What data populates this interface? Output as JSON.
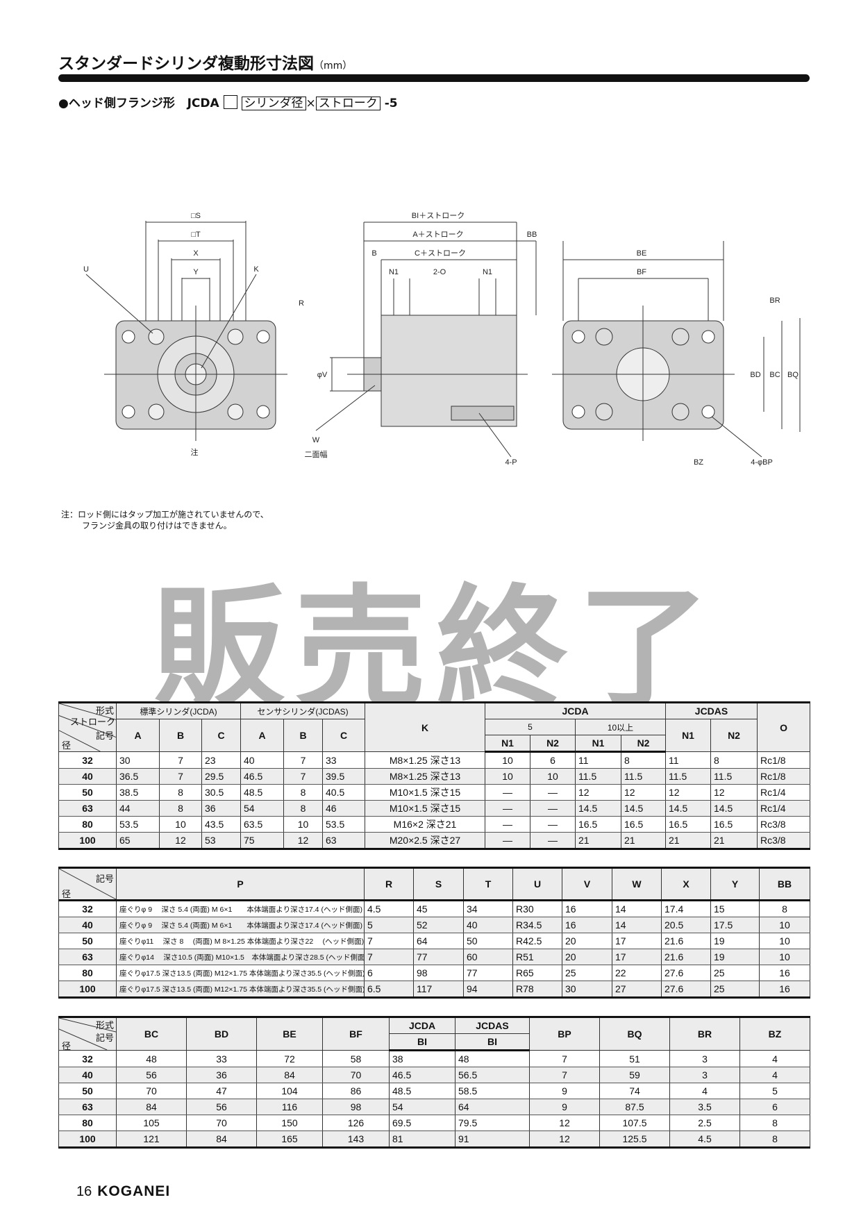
{
  "header": {
    "title": "スタンダードシリンダ複動形寸法図",
    "unit": "（mm）"
  },
  "subtitle": {
    "prefix": "●ヘッド側フランジ形",
    "model": "JCDA",
    "bore": "シリンダ径",
    "times": "×",
    "stroke": "ストローク",
    "suffix": "-5"
  },
  "drawing": {
    "left": {
      "S": "□S",
      "T": "□T",
      "X": "X",
      "Y": "Y",
      "U": "U",
      "K": "K",
      "R": "R",
      "note": "注",
      "W": "W",
      "across": "二面幅"
    },
    "middle": {
      "phiV": "φV",
      "BI": "BI＋ストローク",
      "A": "A＋ストローク",
      "BB": "BB",
      "B": "B",
      "C": "C＋ストローク",
      "N1a": "N1",
      "O": "2-O",
      "N1b": "N1",
      "P": "4-P"
    },
    "right": {
      "BE": "BE",
      "BF": "BF",
      "BR": "BR",
      "BD": "BD",
      "BC": "BC",
      "BQ": "BQ",
      "BZ": "BZ",
      "BP": "4-φBP"
    }
  },
  "note": {
    "line1": "注：ロッド側にはタップ加工が施されていませんので、",
    "line2": "フランジ金具の取り付けはできません。"
  },
  "watermark": "販売終了",
  "corner": {
    "type": "形式",
    "stroke": "ストローク",
    "symbol": "記号",
    "bore": "径"
  },
  "table1": {
    "std": "標準シリンダ(JCDA)",
    "sensor": "センサシリンダ(JCDAS)",
    "K": "K",
    "jcda": "JCDA",
    "jcdas": "JCDAS",
    "O": "O",
    "s5": "5",
    "s10": "10以上",
    "A": "A",
    "B": "B",
    "C": "C",
    "N1": "N1",
    "N2": "N2",
    "rows": [
      [
        "32",
        "30",
        "7",
        "23",
        "40",
        "7",
        "33",
        "M8×1.25  深さ13",
        "10",
        "6",
        "11",
        "8",
        "11",
        "8",
        "Rc1/8"
      ],
      [
        "40",
        "36.5",
        "7",
        "29.5",
        "46.5",
        "7",
        "39.5",
        "M8×1.25  深さ13",
        "10",
        "10",
        "11.5",
        "11.5",
        "11.5",
        "11.5",
        "Rc1/8"
      ],
      [
        "50",
        "38.5",
        "8",
        "30.5",
        "48.5",
        "8",
        "40.5",
        "M10×1.5  深さ15",
        "—",
        "—",
        "12",
        "12",
        "12",
        "12",
        "Rc1/4"
      ],
      [
        "63",
        "44",
        "8",
        "36",
        "54",
        "8",
        "46",
        "M10×1.5  深さ15",
        "—",
        "—",
        "14.5",
        "14.5",
        "14.5",
        "14.5",
        "Rc1/4"
      ],
      [
        "80",
        "53.5",
        "10",
        "43.5",
        "63.5",
        "10",
        "53.5",
        "M16×2    深さ21",
        "—",
        "—",
        "16.5",
        "16.5",
        "16.5",
        "16.5",
        "Rc3/8"
      ],
      [
        "100",
        "65",
        "12",
        "53",
        "75",
        "12",
        "63",
        "M20×2.5  深さ27",
        "—",
        "—",
        "21",
        "21",
        "21",
        "21",
        "Rc3/8"
      ]
    ]
  },
  "table2": {
    "headers": [
      "P",
      "R",
      "S",
      "T",
      "U",
      "V",
      "W",
      "X",
      "Y",
      "BB"
    ],
    "rows": [
      [
        "32",
        "座ぐりφ 9　 深さ 5.4 (両面)  M 6×1　　本体端面より深さ17.4 (ヘッド側面)",
        "4.5",
        "45",
        "34",
        "R30",
        "16",
        "14",
        "17.4",
        "15",
        "8"
      ],
      [
        "40",
        "座ぐりφ 9　 深さ 5.4 (両面)  M 6×1　　本体端面より深さ17.4 (ヘッド側面)",
        "5",
        "52",
        "40",
        "R34.5",
        "16",
        "14",
        "20.5",
        "17.5",
        "10"
      ],
      [
        "50",
        "座ぐりφ11　 深さ 8　 (両面)  M 8×1.25  本体端面より深さ22　 (ヘッド側面)",
        "7",
        "64",
        "50",
        "R42.5",
        "20",
        "17",
        "21.6",
        "19",
        "10"
      ],
      [
        "63",
        "座ぐりφ14　 深さ10.5 (両面)  M10×1.5　本体端面より深さ28.5 (ヘッド側面)",
        "7",
        "77",
        "60",
        "R51",
        "20",
        "17",
        "21.6",
        "19",
        "10"
      ],
      [
        "80",
        "座ぐりφ17.5 深さ13.5 (両面)  M12×1.75  本体端面より深さ35.5 (ヘッド側面)",
        "6",
        "98",
        "77",
        "R65",
        "25",
        "22",
        "27.6",
        "25",
        "16"
      ],
      [
        "100",
        "座ぐりφ17.5 深さ13.5 (両面)  M12×1.75  本体端面より深さ35.5 (ヘッド側面)",
        "6.5",
        "117",
        "94",
        "R78",
        "30",
        "27",
        "27.6",
        "25",
        "16"
      ]
    ]
  },
  "table3": {
    "BC": "BC",
    "BD": "BD",
    "BE": "BE",
    "BF": "BF",
    "jcda": "JCDA",
    "jcdas": "JCDAS",
    "BI": "BI",
    "BP": "BP",
    "BQ": "BQ",
    "BR": "BR",
    "BZ": "BZ",
    "rows": [
      [
        "32",
        "48",
        "33",
        "72",
        "58",
        "38",
        "48",
        "7",
        "51",
        "3",
        "4"
      ],
      [
        "40",
        "56",
        "36",
        "84",
        "70",
        "46.5",
        "56.5",
        "7",
        "59",
        "3",
        "4"
      ],
      [
        "50",
        "70",
        "47",
        "104",
        "86",
        "48.5",
        "58.5",
        "9",
        "74",
        "4",
        "5"
      ],
      [
        "63",
        "84",
        "56",
        "116",
        "98",
        "54",
        "64",
        "9",
        "87.5",
        "3.5",
        "6"
      ],
      [
        "80",
        "105",
        "70",
        "150",
        "126",
        "69.5",
        "79.5",
        "12",
        "107.5",
        "2.5",
        "8"
      ],
      [
        "100",
        "121",
        "84",
        "165",
        "143",
        "81",
        "91",
        "12",
        "125.5",
        "4.5",
        "8"
      ]
    ]
  },
  "footer": {
    "page": "16",
    "brand": "KOGANEI"
  }
}
